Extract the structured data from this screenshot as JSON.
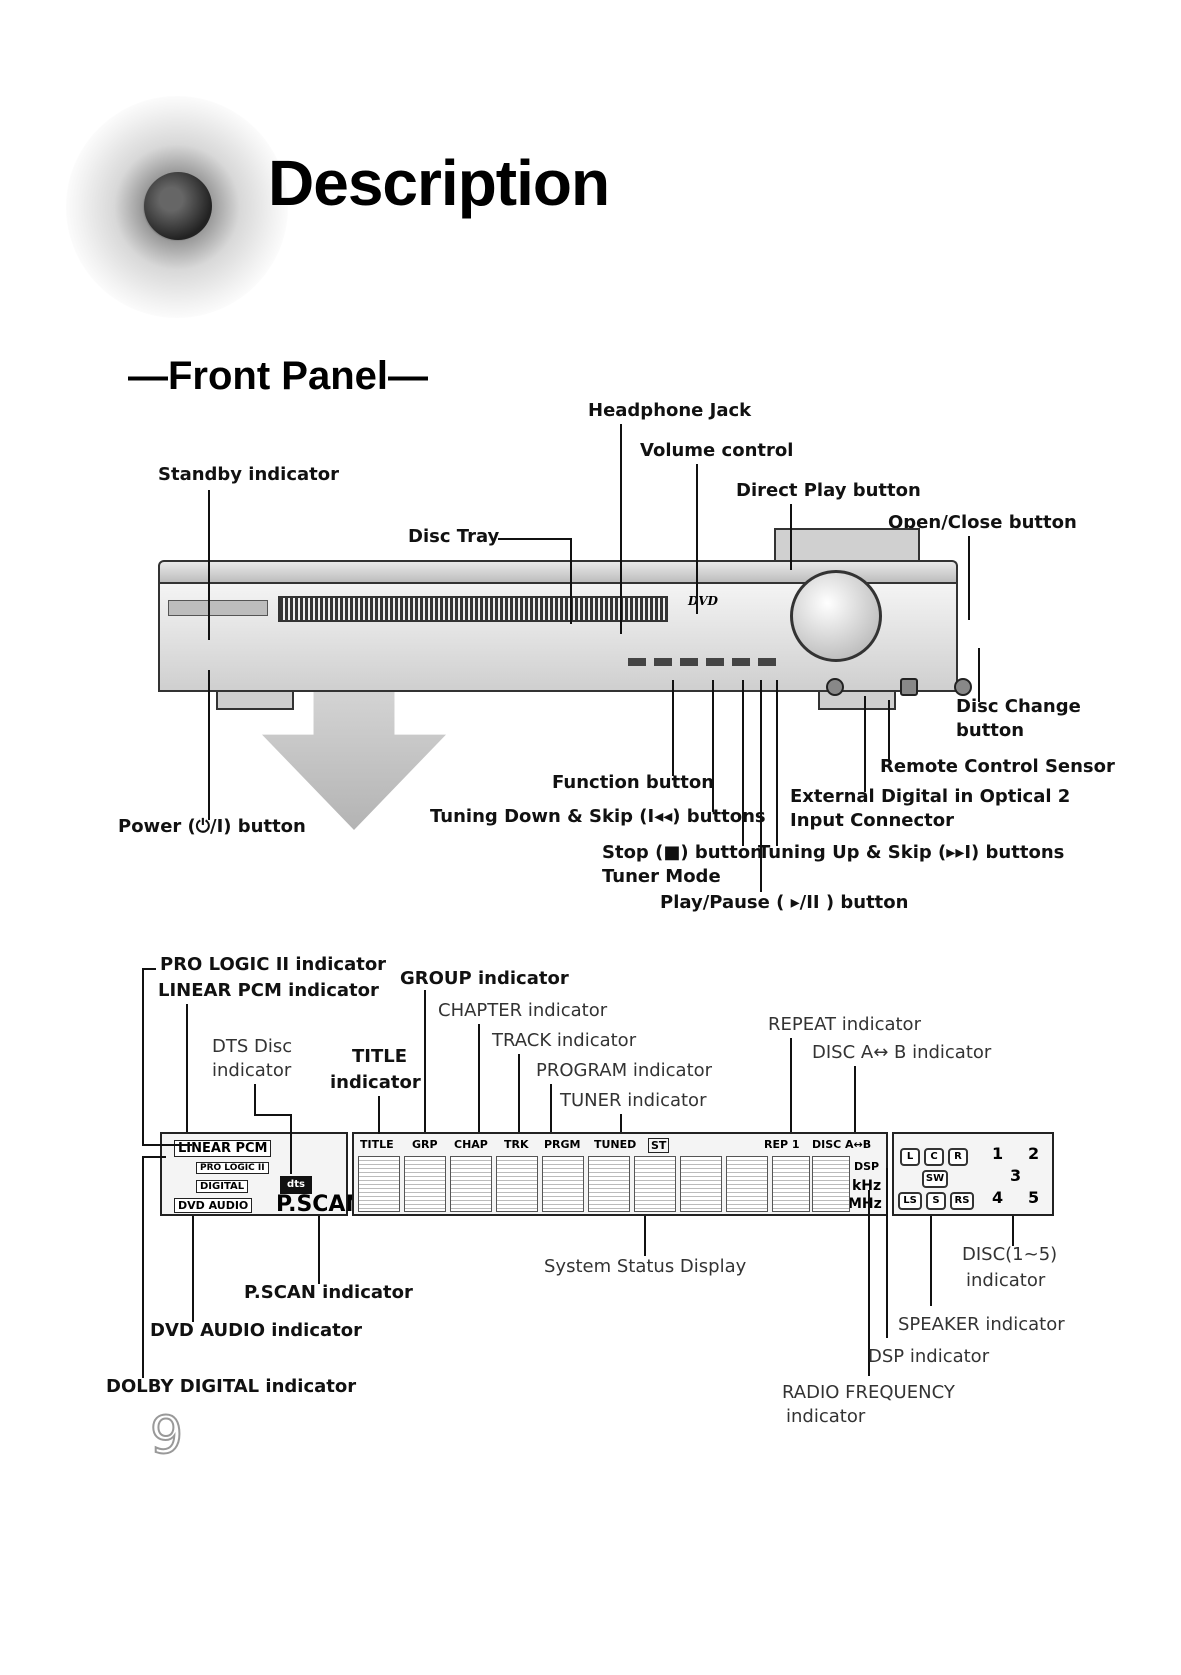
{
  "page": {
    "title": "Description",
    "section": "—Front Panel—",
    "page_number": "9"
  },
  "front_panel": {
    "headphone_jack": "Headphone Jack",
    "volume_control": "Volume control",
    "direct_play": "Direct Play button",
    "open_close": "Open/Close button",
    "standby_indicator": "Standby indicator",
    "disc_tray": "Disc Tray",
    "disc_change": "Disc Change",
    "disc_change_2": "button",
    "remote_sensor": "Remote Control Sensor",
    "external_digital": "External Digital in Optical 2",
    "input_connector": "Input Connector",
    "function_button": "Function button",
    "power_button": "Power (⏻/I) button",
    "tuning_down": "Tuning Down & Skip (I◂◂) buttons",
    "stop_button": "Stop (■) button",
    "tuner_mode": "Tuner Mode",
    "tuning_up": "Tuning Up & Skip (▸▸I) buttons",
    "play_pause": "Play/Pause ( ▸/II ) button",
    "dvd_logo": "DVD"
  },
  "display": {
    "pro_logic": "PRO LOGIC II indicator",
    "linear_pcm": "LINEAR PCM indicator",
    "group": "GROUP indicator",
    "chapter": "CHAPTER indicator",
    "track": "TRACK indicator",
    "program": "PROGRAM indicator",
    "tuner": "TUNER indicator",
    "repeat": "REPEAT indicator",
    "disc_ab": "DISC A↔ B indicator",
    "dts_disc": "DTS Disc",
    "dts_disc_2": "indicator",
    "title_ind": "TITLE",
    "title_ind_2": "indicator",
    "pscan_ind": "P.SCAN indicator",
    "dvd_audio_ind": "DVD AUDIO indicator",
    "dolby_digital_ind": "DOLBY DIGITAL indicator",
    "system_status": "System Status Display",
    "disc_1_5": "DISC(1~5)",
    "disc_1_5_2": "indicator",
    "speaker": "SPEAKER indicator",
    "dsp": "DSP indicator",
    "radio_freq": "RADIO FREQUENCY",
    "radio_freq_2": "indicator",
    "panel_labels": {
      "linear_pcm": "LINEAR PCM",
      "pro_logic": "PRO LOGIC II",
      "digital": "DIGITAL",
      "dvd_audio": "DVD AUDIO",
      "dts": "dts",
      "pscan": "P.SCAN",
      "title": "TITLE",
      "grp": "GRP",
      "chap": "CHAP",
      "trk": "TRK",
      "prgm": "PRGM",
      "tuned": "TUNED",
      "st": "ST",
      "rep1": "REP 1",
      "disc_ab": "DISC A↔B",
      "dsp": "DSP",
      "khz": "kHz",
      "mhz": "MHz",
      "spk_l": "L",
      "spk_c": "C",
      "spk_r": "R",
      "spk_sw": "SW",
      "spk_ls": "LS",
      "spk_s": "S",
      "spk_rs": "RS",
      "d1": "1",
      "d2": "2",
      "d3": "3",
      "d4": "4",
      "d5": "5"
    }
  }
}
